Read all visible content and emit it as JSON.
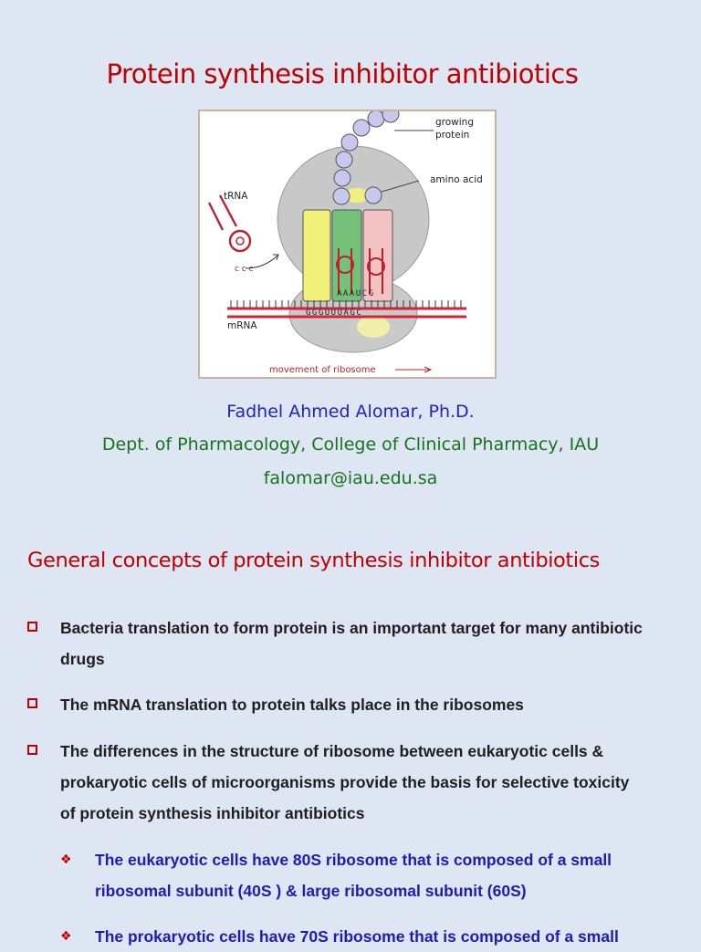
{
  "title": "Protein synthesis inhibitor antibiotics",
  "figure": {
    "labels": {
      "growing_protein_line1": "growing",
      "growing_protein_line2": "protein",
      "amino_acid": "amino acid",
      "trna": "tRNA",
      "mrna": "mRNA",
      "movement": "movement of ribosome",
      "codons_top": "AAAUCG",
      "codons_bottom": "GGGUUUAGC"
    },
    "colors": {
      "ribosome": "#c8c8c8",
      "amino_acid": "#c8c8ee",
      "yellow_trna": "#f2f27a",
      "green_trna": "#74c27a",
      "pink_trna": "#f3c3c3",
      "mrna": "#d6233a"
    }
  },
  "author": {
    "name": "Fadhel Ahmed Alomar, Ph.D.",
    "dept": "Dept. of Pharmacology, College of Clinical Pharmacy, IAU",
    "email": "falomar@iau.edu.sa"
  },
  "section_title": "General concepts of protein synthesis inhibitor antibiotics",
  "bullets": [
    {
      "line1": "Bacteria translation to form protein is an important target for many antibiotic",
      "line2": "drugs"
    },
    {
      "line1": "The mRNA translation to protein talks place in the ribosomes"
    },
    {
      "line1": "The differences in the structure of ribosome between eukaryotic cells &",
      "line2": "prokaryotic cells of microorganisms provide the basis for selective toxicity",
      "line3": "of protein synthesis inhibitor antibiotics"
    }
  ],
  "sub_bullets": [
    {
      "line1": "The eukaryotic cells have 80S ribosome that is composed of a small",
      "line2": "ribosomal subunit (40S ) & large ribosomal subunit (60S)"
    },
    {
      "line1": "The prokaryotic cells have 70S ribosome that is composed of a small"
    }
  ]
}
